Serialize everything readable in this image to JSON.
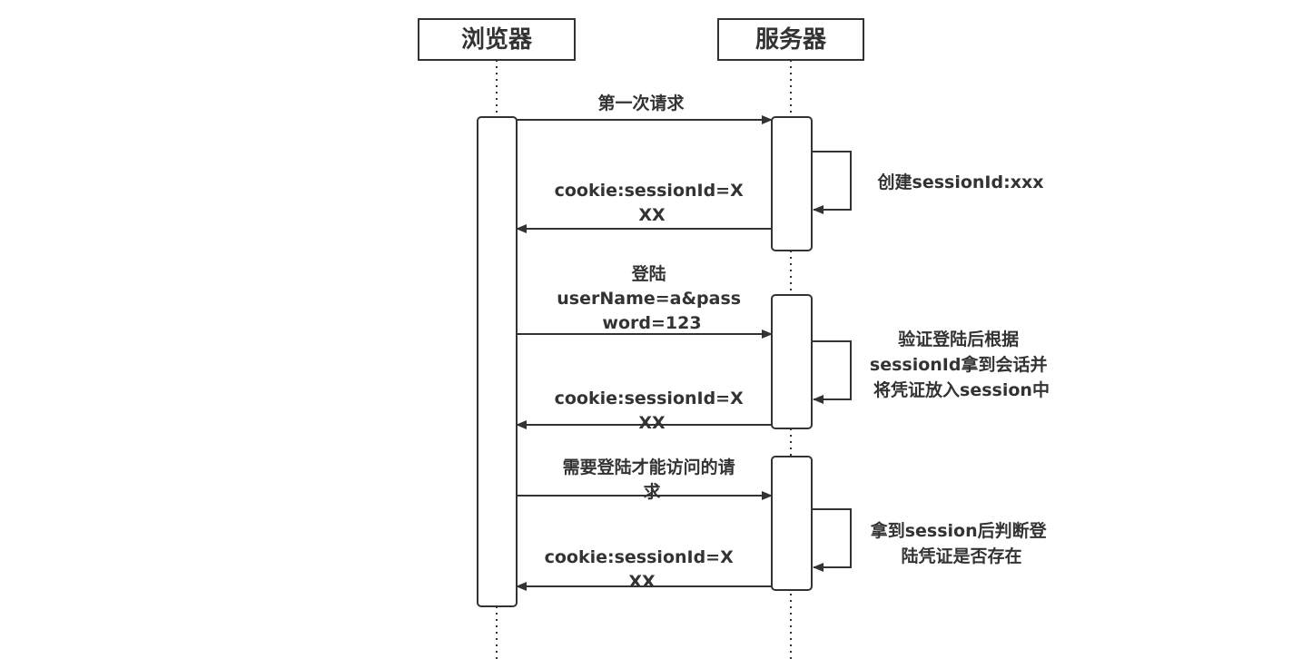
{
  "participants": {
    "browser": "浏览器",
    "server": "服务器"
  },
  "messages": {
    "m1": {
      "lines": [
        "第一次请求"
      ]
    },
    "m2": {
      "lines": [
        "cookie:sessionId=X",
        "XX"
      ]
    },
    "m3": {
      "lines": [
        "登陆",
        "userName=a&pass",
        "word=123"
      ]
    },
    "m4": {
      "lines": [
        "cookie:sessionId=X",
        "XX"
      ]
    },
    "m5": {
      "lines": [
        "需要登陆才能访问的请",
        "求"
      ]
    },
    "m6": {
      "lines": [
        "cookie:sessionId=X",
        "XX"
      ]
    }
  },
  "notes": {
    "n1": {
      "lines": [
        "创建sessionId:xxx"
      ]
    },
    "n2": {
      "lines": [
        "验证登陆后根据",
        "sessionId拿到会话并",
        "将凭证放入session中"
      ]
    },
    "n3": {
      "lines": [
        "拿到session后判断登",
        "陆凭证是否存在"
      ]
    }
  },
  "colors": {
    "line": "#333333",
    "box_fill": "#ffffff",
    "background": "#ffffff"
  }
}
